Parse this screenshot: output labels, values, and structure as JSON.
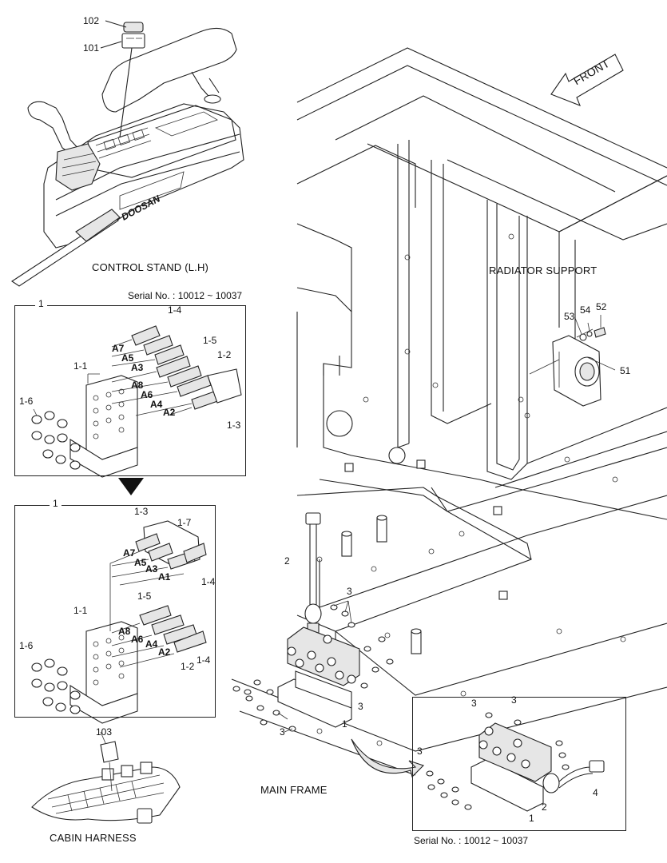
{
  "top": {
    "control_stand": "CONTROL STAND (L.H)",
    "radiator_support": "RADIATOR SUPPORT",
    "front": "FRONT",
    "brand": "DOOSAN",
    "callout_102": "102",
    "callout_101": "101",
    "callout_53": "53",
    "callout_54": "54",
    "callout_52": "52",
    "callout_51": "51"
  },
  "box1": {
    "serial": "Serial No. : 10012 ~ 10037",
    "title": "1",
    "labels": {
      "p1_4": "1-4",
      "p1_5": "1-5",
      "p1_2": "1-2",
      "p1_1": "1-1",
      "p1_6": "1-6",
      "p1_3": "1-3"
    },
    "ports": {
      "A7": "A7",
      "A5": "A5",
      "A3": "A3",
      "A8": "A8",
      "A6": "A6",
      "A4": "A4",
      "A2": "A2"
    }
  },
  "box2": {
    "title": "1",
    "labels": {
      "p1_3": "1-3",
      "p1_7": "1-7",
      "p1_4a": "1-4",
      "p1_5": "1-5",
      "p1_1": "1-1",
      "p1_6": "1-6",
      "p1_2": "1-2",
      "p1_4b": "1-4"
    },
    "ports": {
      "A7": "A7",
      "A5": "A5",
      "A3": "A3",
      "A1": "A1",
      "A8": "A8",
      "A6": "A6",
      "A4": "A4",
      "A2": "A2"
    }
  },
  "bottom": {
    "main_frame": "MAIN FRAME",
    "cabin_harness": "CABIN HARNESS",
    "callout_103": "103",
    "callout_2": "2",
    "callout_3a": "3",
    "callout_3b": "3",
    "callout_3c": "3",
    "callout_1": "1"
  },
  "box3": {
    "serial": "Serial No. : 10012 ~ 10037",
    "callout_3a": "3",
    "callout_3b": "3",
    "callout_3c": "3",
    "callout_4": "4",
    "callout_2": "2",
    "callout_1": "1"
  }
}
